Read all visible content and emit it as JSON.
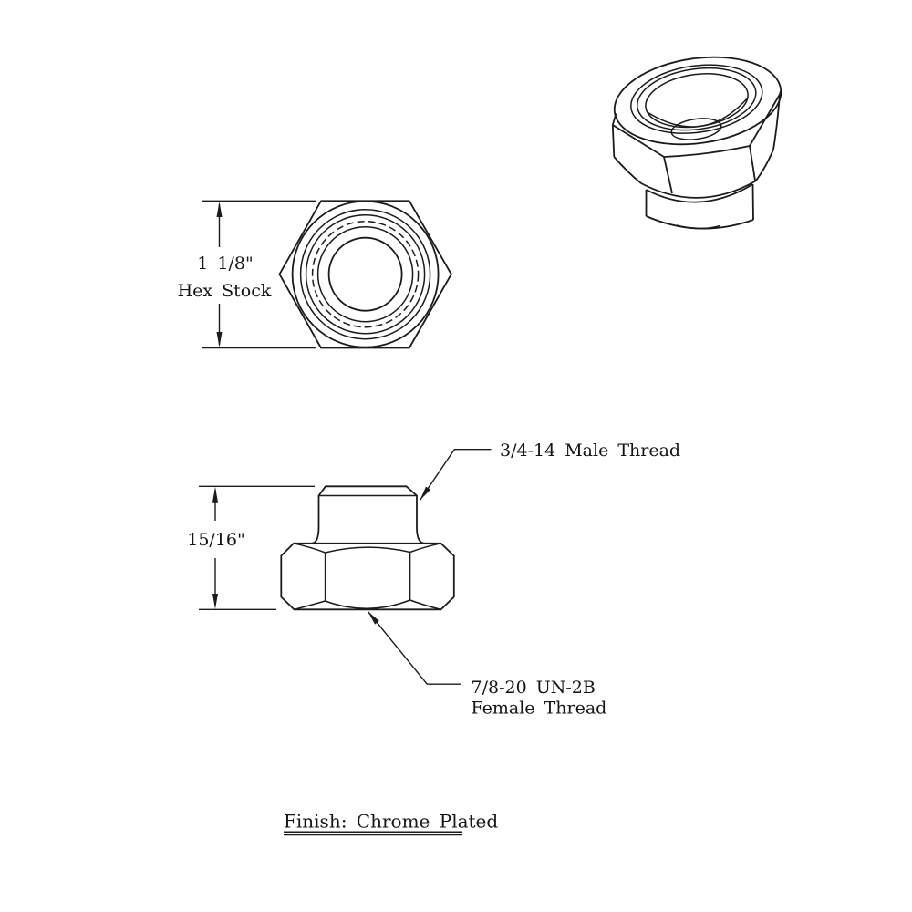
{
  "drawing": {
    "background_color": "#ffffff",
    "line_color": "#1b1b1b",
    "front_view": {
      "dimension_value": "1 1/8\"",
      "dimension_label": "Hex Stock"
    },
    "side_view": {
      "dimension_value": "15/16\"",
      "male_thread_label": "3/4-14 Male Thread",
      "female_thread_label_line1": "7/8-20 UN-2B",
      "female_thread_label_line2": "Female Thread"
    },
    "finish_note": "Finish: Chrome Plated"
  }
}
